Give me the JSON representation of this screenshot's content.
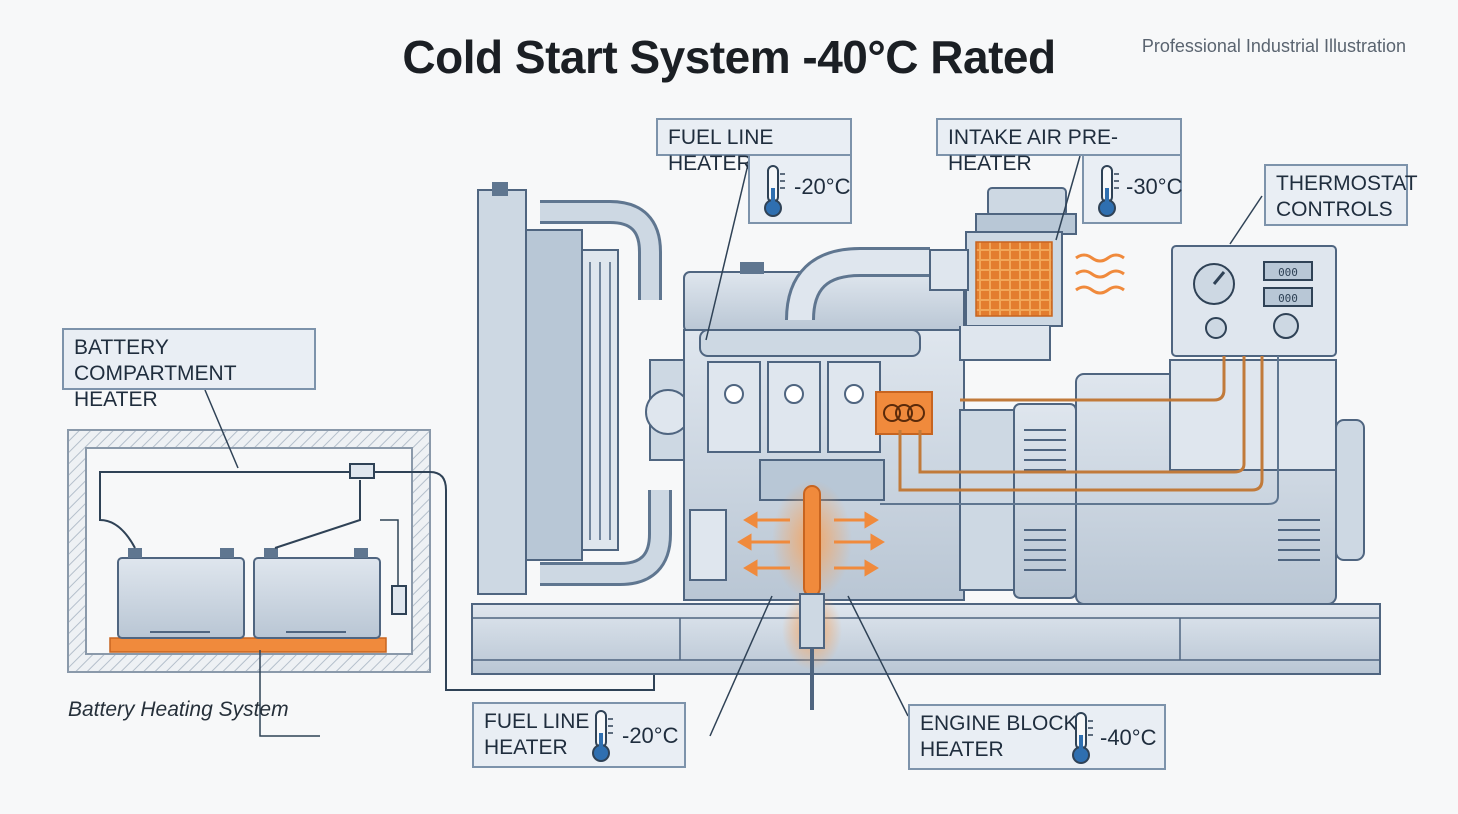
{
  "title": "Cold Start System -40°C Rated",
  "subtitle": "Professional Industrial Illustration",
  "callouts": {
    "fuel_line_top": {
      "label": "FUEL LINE HEATER",
      "temp": "-20°C"
    },
    "intake_air": {
      "label": "INTAKE AIR PRE-HEATER",
      "temp": "-30°C"
    },
    "thermostat": {
      "line1": "THERMOSTAT",
      "line2": "CONTROLS"
    },
    "battery_compartment": {
      "line1": "BATTERY COMPARTMENT",
      "line2": "HEATER"
    },
    "fuel_line_bottom": {
      "line1": "FUEL LINE",
      "line2": "HEATER",
      "temp": "-20°C"
    },
    "engine_block": {
      "line1": "ENGINE BLOCK",
      "line2": "HEATER",
      "temp": "-40°C"
    }
  },
  "battery_caption": "Battery Heating System",
  "control_panel": {
    "display1": "000",
    "display2": "000"
  },
  "colors": {
    "steel": "#c9d4df",
    "steel_dark": "#5f7690",
    "heater_orange": "#f08a3c",
    "label_bg": "#e9eef4",
    "label_border": "#7d93ab"
  }
}
